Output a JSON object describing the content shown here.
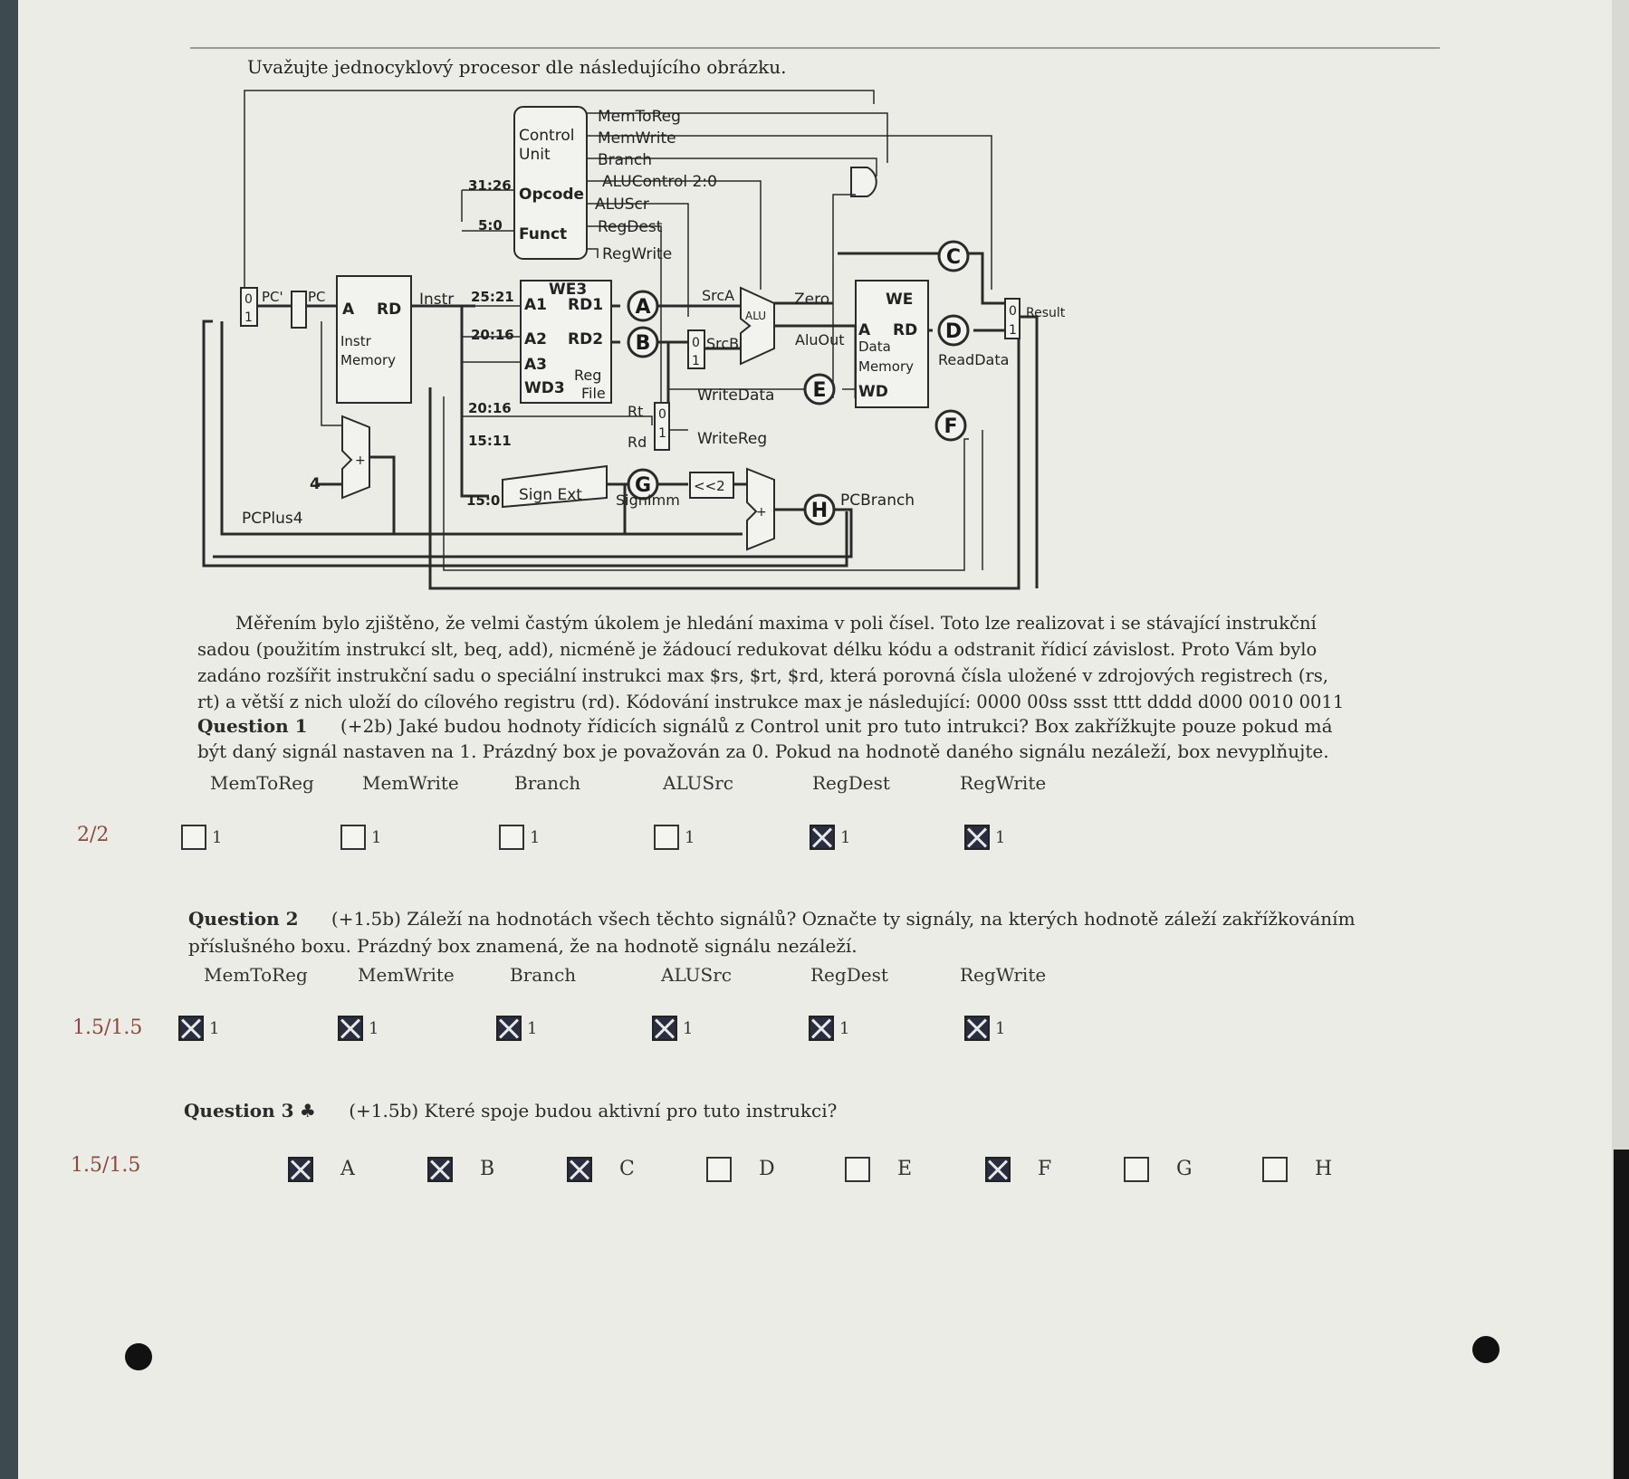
{
  "intro": "Uvažujte jednocyklový procesor dle následujícího obrázku.",
  "diagram": {
    "control_unit": [
      "Control",
      "Unit",
      "Opcode",
      "Funct"
    ],
    "control_signals": [
      "MemToReg",
      "MemWrite",
      "Branch",
      "ALUControl 2:0",
      "ALUScr",
      "RegDest",
      "RegWrite"
    ],
    "bit_fields": [
      "31:26",
      "5:0",
      "25:21",
      "20:16",
      "20:16",
      "15:11",
      "15:0"
    ],
    "pc": [
      "PC'",
      "PC",
      "0",
      "1"
    ],
    "instr_memory": [
      "A",
      "RD",
      "Instr",
      "Memory",
      "Instr"
    ],
    "reg_file": [
      "WE3",
      "A1",
      "RD1",
      "A2",
      "RD2",
      "A3",
      "WD3",
      "Reg",
      "File"
    ],
    "alu": [
      "SrcA",
      "SrcB",
      "ALU",
      "Zero",
      "AluOut",
      "0",
      "1"
    ],
    "data_memory": [
      "WE",
      "A",
      "RD",
      "Data",
      "Memory",
      "WD"
    ],
    "mux_labels": [
      "Rt",
      "Rd",
      "0",
      "1",
      "0",
      "1"
    ],
    "other_labels": [
      "WriteData",
      "WriteReg",
      "Sign Ext",
      "SignImm",
      "<<2",
      "PCBranch",
      "PCPlus4",
      "ReadData",
      "Result",
      "4",
      "+",
      "+"
    ],
    "markers": [
      "A",
      "B",
      "C",
      "D",
      "E",
      "F",
      "G",
      "H"
    ]
  },
  "paragraph": [
    "Měřením bylo zjištěno, že velmi častým úkolem je hledání maxima v poli čísel. Toto lze realizovat i se stávající instrukční",
    "sadou (použitím instrukcí slt, beq, add), nicméně je žádoucí redukovat délku kódu a odstranit řídicí závislost. Proto Vám bylo",
    "zadáno rozšířit instrukční sadu o speciální instrukci max $rs, $rt, $rd, která porovná čísla uložené v zdrojových registrech (rs,",
    "rt) a větší z nich uloží do cílového registru (rd). Kódování instrukce max je následující: 0000 00ss ssst tttt dddd d000 0010 0011"
  ],
  "q1": {
    "title": "Question 1",
    "text": "(+2b) Jaké budou hodnoty řídicích signálů z Control unit pro tuto intrukci? Box zakřížkujte pouze pokud má",
    "text2": "být daný signál nastaven na 1. Prázdný box je považován za 0. Pokud na hodnotě daného signálu nezáleží, box nevyplňujte.",
    "score": "2/2",
    "signals": [
      "MemToReg",
      "MemWrite",
      "Branch",
      "ALUSrc",
      "RegDest",
      "RegWrite"
    ],
    "checked": [
      false,
      false,
      false,
      false,
      true,
      true
    ],
    "box_label": "1"
  },
  "q2": {
    "title": "Question 2",
    "text": "(+1.5b) Záleží na hodnotách všech těchto signálů? Označte ty signály, na kterých hodnotě záleží zakřížkováním",
    "text2": "příslušného boxu. Prázdný box znamená, že na hodnotě signálu nezáleží.",
    "score": "1.5/1.5",
    "signals": [
      "MemToReg",
      "MemWrite",
      "Branch",
      "ALUSrc",
      "RegDest",
      "RegWrite"
    ],
    "checked": [
      true,
      true,
      true,
      true,
      true,
      true
    ],
    "box_label": "1"
  },
  "q3": {
    "title": "Question 3",
    "club": "♣",
    "text": "(+1.5b) Které spoje budou aktivní pro tuto instrukci?",
    "score": "1.5/1.5",
    "options": [
      "A",
      "B",
      "C",
      "D",
      "E",
      "F",
      "G",
      "H"
    ],
    "checked": [
      true,
      true,
      true,
      false,
      false,
      true,
      false,
      false
    ]
  },
  "colors": {
    "paper": "#ecece7",
    "ink": "#2a2a2a",
    "score": "#8a4a3e",
    "checkbox_fill": "#2a2d40"
  }
}
